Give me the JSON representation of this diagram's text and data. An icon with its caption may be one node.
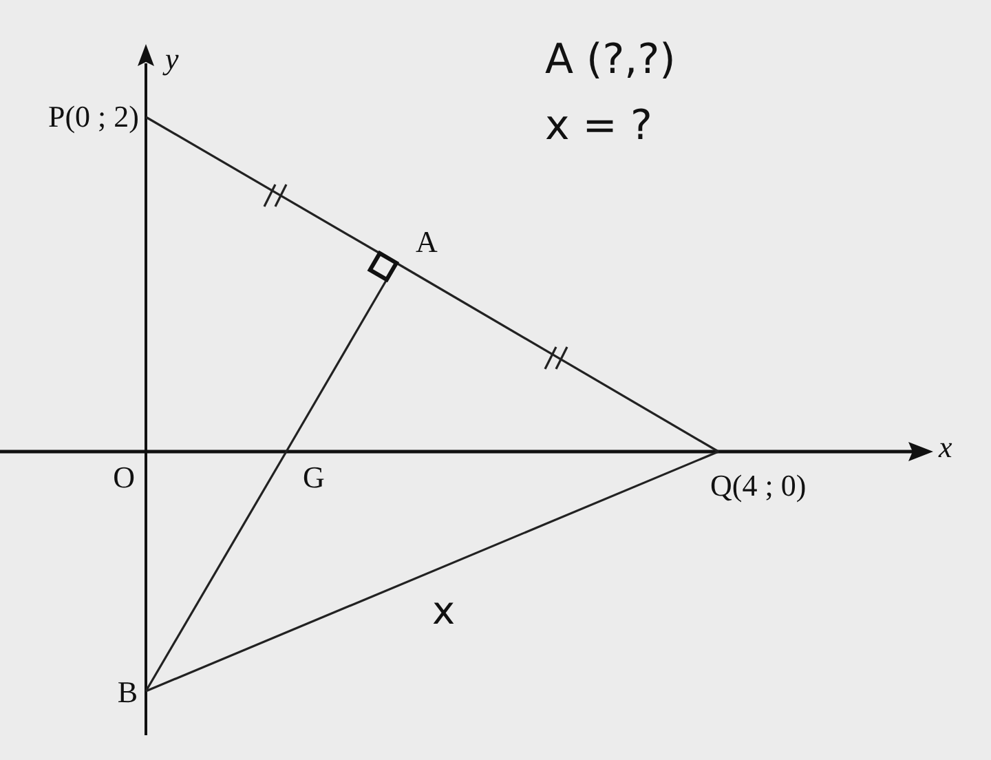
{
  "diagram": {
    "nodes": [
      {
        "text": [
          "P(0 ; 2)"
        ]
      },
      {
        "text": [
          "A"
        ]
      },
      {
        "text": [
          "Q(4 ; 0)"
        ]
      },
      {
        "text": [
          "O"
        ]
      },
      {
        "text": [
          "G"
        ]
      },
      {
        "text": [
          "B"
        ]
      }
    ],
    "edges": [
      {
        "from": 0,
        "to": 1,
        "arrow": "none"
      },
      {
        "from": 1,
        "to": 2,
        "arrow": "none"
      },
      {
        "from": 1,
        "to": 4,
        "arrow": "none"
      },
      {
        "from": 4,
        "to": 5,
        "arrow": "none"
      },
      {
        "from": 5,
        "to": 2,
        "arrow": "none",
        "label": "x"
      }
    ],
    "labels": [
      "y",
      "A (?,?)",
      "x = ?",
      "x"
    ]
  }
}
